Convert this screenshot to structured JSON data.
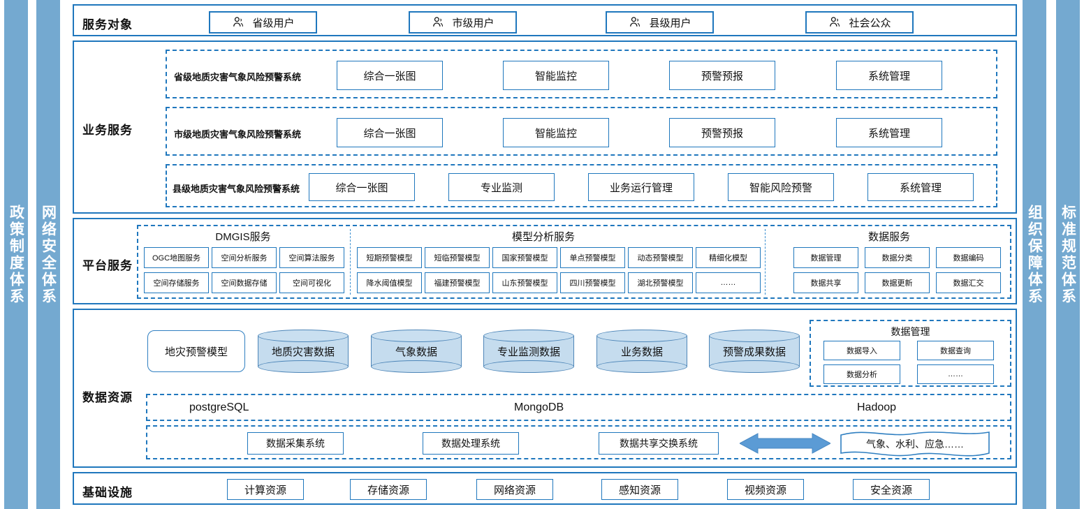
{
  "side_bars": {
    "left": [
      {
        "name": "policy-system",
        "label": "政策制度体系"
      },
      {
        "name": "network-security-system",
        "label": "网络安全体系"
      }
    ],
    "right": [
      {
        "name": "organization-guarantee-system",
        "label": "组织保障体系"
      },
      {
        "name": "standard-specification-system",
        "label": "标准规范体系"
      }
    ]
  },
  "service_objects": {
    "label": "服务对象",
    "users": [
      {
        "icon": "person-icon",
        "label": "省级用户"
      },
      {
        "icon": "person-icon",
        "label": "市级用户"
      },
      {
        "icon": "person-icon",
        "label": "县级用户"
      },
      {
        "icon": "person-icon",
        "label": "社会公众"
      }
    ]
  },
  "business_services": {
    "label": "业务服务",
    "rows": [
      {
        "title": "省级地质灾害气象风险预警系统",
        "items": [
          "综合一张图",
          "智能监控",
          "预警预报",
          "系统管理"
        ]
      },
      {
        "title": "市级地质灾害气象风险预警系统",
        "items": [
          "综合一张图",
          "智能监控",
          "预警预报",
          "系统管理"
        ]
      },
      {
        "title": "县级地质灾害气象风险预警系统",
        "items": [
          "综合一张图",
          "专业监测",
          "业务运行管理",
          "智能风险预警",
          "系统管理"
        ]
      }
    ]
  },
  "platform_services": {
    "label": "平台服务",
    "groups": [
      {
        "title": "DMGIS服务",
        "row1": [
          "OGC地图服务",
          "空间分析服务",
          "空间算法服务"
        ],
        "row2": [
          "空间存储服务",
          "空间数据存储",
          "空间可视化"
        ]
      },
      {
        "title": "模型分析服务",
        "row1": [
          "短期预警模型",
          "短临预警模型",
          "国家预警模型",
          "单点预警模型",
          "动态预警模型",
          "精细化模型"
        ],
        "row2": [
          "降水阈值模型",
          "福建预警模型",
          "山东预警模型",
          "四川预警模型",
          "湖北预警模型",
          "……"
        ]
      },
      {
        "title": "数据服务",
        "row1": [
          "数据管理",
          "数据分类",
          "数据编码"
        ],
        "row2": [
          "数据共享",
          "数据更新",
          "数据汇交"
        ]
      }
    ]
  },
  "data_resources": {
    "label": "数据资源",
    "model_box": "地灾预警模型",
    "cylinders": [
      "地质灾害数据",
      "气象数据",
      "专业监测数据",
      "业务数据",
      "预警成果数据"
    ],
    "data_management": {
      "title": "数据管理",
      "items": [
        "数据导入",
        "数据查询",
        "数据分析",
        "……"
      ]
    },
    "databases": [
      "postgreSQL",
      "MongoDB",
      "Hadoop"
    ],
    "systems": [
      "数据采集系统",
      "数据处理系统",
      "数据共享交换系统"
    ],
    "exchange_arrow": "double-arrow-icon",
    "external": "气象、水利、应急……"
  },
  "infrastructure": {
    "label": "基础设施",
    "items": [
      "计算资源",
      "存储资源",
      "网络资源",
      "感知资源",
      "视频资源",
      "安全资源"
    ]
  },
  "colors": {
    "bar_blue": "#74a9d0",
    "border_blue": "#1f77bd",
    "cylinder_fill": "#c5dcee",
    "arrow_blue": "#5b9bd5"
  }
}
